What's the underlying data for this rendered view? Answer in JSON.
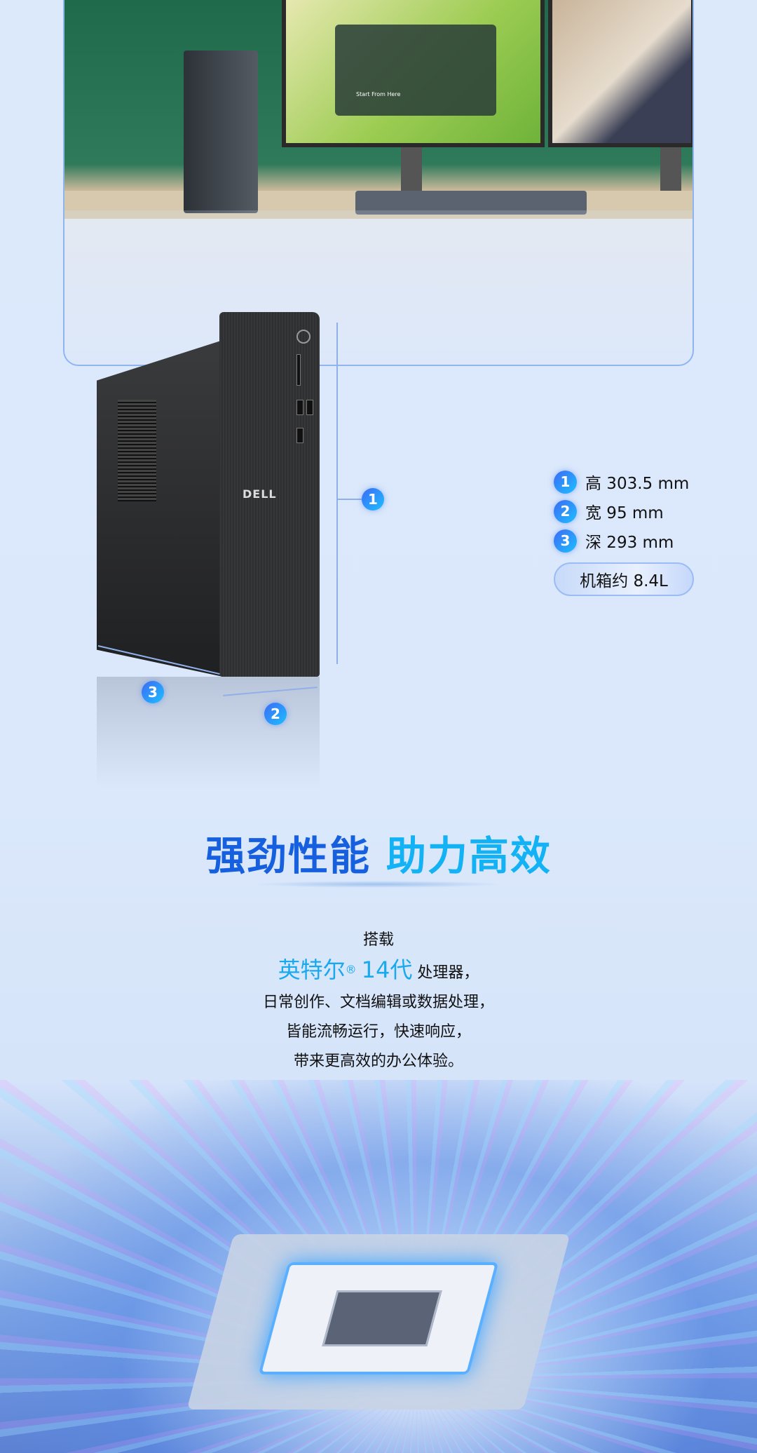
{
  "product_logo": "DELL",
  "music_player": {
    "now_playing": "Start From Here"
  },
  "callouts": [
    "1",
    "2",
    "3"
  ],
  "specs": [
    {
      "num": "1",
      "label": "高 303.5 mm"
    },
    {
      "num": "2",
      "label": "宽 95 mm"
    },
    {
      "num": "3",
      "label": "深 293 mm"
    }
  ],
  "volume_label": "机箱约 8.4L",
  "section": {
    "title_part1": "强劲性能",
    "title_part2": "助力高效",
    "intro": "搭载",
    "highlight": "英特尔",
    "registered": "®",
    "highlight2": "14代",
    "line2_rest": "处理器，",
    "line3": "日常创作、文档编辑或数据处理，",
    "line4": "皆能流畅运行，快速响应，",
    "line5": "带来更高效的办公体验。"
  },
  "colors": {
    "title_blue": "#1660e0",
    "title_cyan": "#13b2f5",
    "badge": "#3d6af5"
  }
}
